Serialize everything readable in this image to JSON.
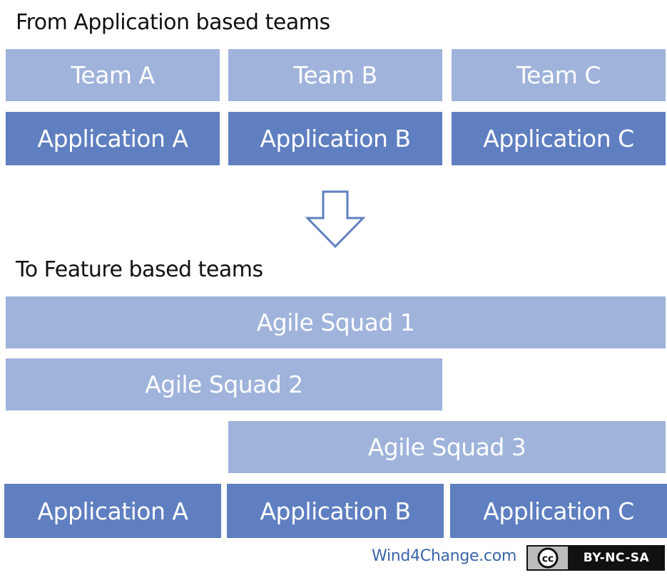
{
  "headings": {
    "from": "From Application based teams",
    "to": "To Feature based teams"
  },
  "from_section": {
    "teams": [
      "Team A",
      "Team B",
      "Team C"
    ],
    "applications": [
      "Application A",
      "Application B",
      "Application C"
    ]
  },
  "to_section": {
    "squads": [
      "Agile Squad 1",
      "Agile Squad 2",
      "Agile Squad 3"
    ],
    "applications": [
      "Application A",
      "Application B",
      "Application C"
    ]
  },
  "footer": {
    "site": "Wind4Change.com",
    "license_cc": "cc",
    "license_text": "BY-NC-SA"
  },
  "colors": {
    "light_box": "#9fb3db",
    "dark_box": "#5f7fc1",
    "arrow": "#5f7fc1",
    "link": "#3a64a8"
  },
  "icons": {
    "arrow": "down-arrow-icon",
    "license": "creative-commons-icon"
  }
}
